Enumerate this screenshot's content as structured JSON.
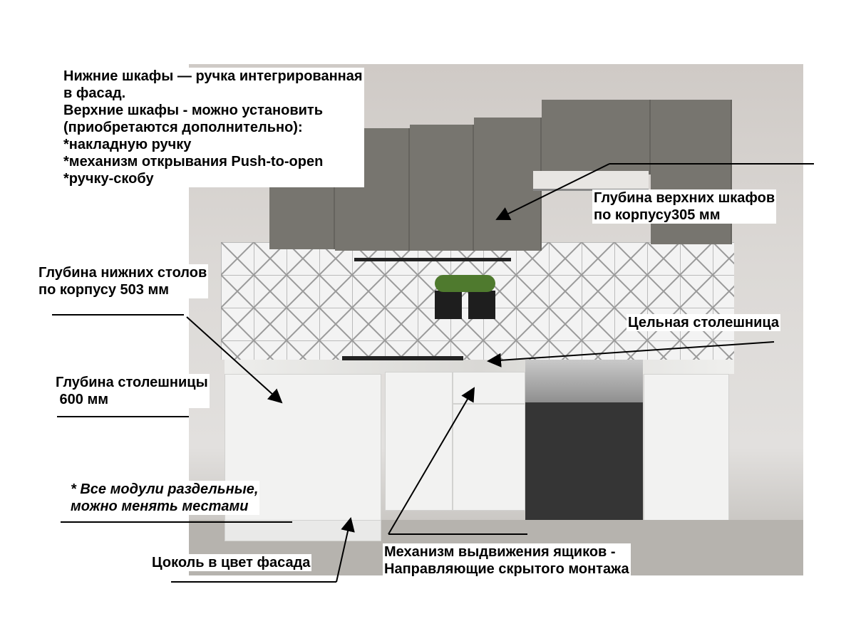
{
  "annotations": {
    "handles": [
      "Нижние шкафы — ручка интегрированная",
      "в фасад.",
      "Верхние шкафы - можно установить",
      "(приобретаются дополнительно):",
      "*накладную ручку",
      "*механизм открывания Push-to-open",
      "*ручку-скобу"
    ],
    "upper_depth": [
      "Глубина верхних шкафов",
      "по корпусу305 мм"
    ],
    "lower_depth": [
      "Глубина нижних столов",
      "по корпусу 503 мм"
    ],
    "countertop_solid": "Цельная столешница",
    "countertop_depth": [
      "Глубина столешницы",
      " 600 мм"
    ],
    "modules_note": [
      "* Все модули раздельные,",
      "можно менять местами"
    ],
    "plinth": "Цоколь в цвет фасада",
    "drawer_mechanism": [
      "Механизм выдвижения ящиков -",
      "Направляющие скрытого монтажа"
    ]
  },
  "colors": {
    "upper_cabinets": "#77756f",
    "lower_cabinets": "#f2f2f1",
    "stove": "#353535"
  }
}
